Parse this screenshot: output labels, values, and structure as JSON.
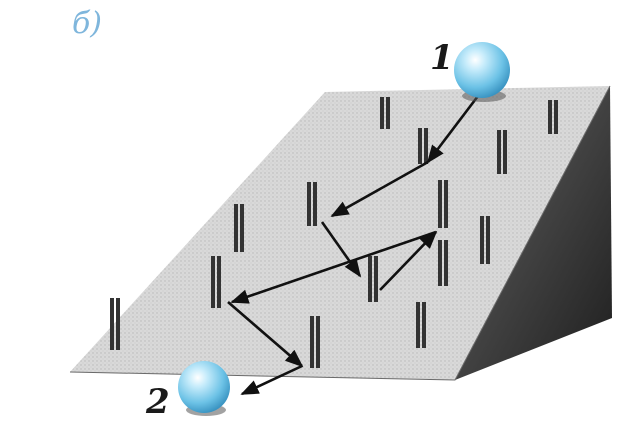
{
  "figure": {
    "subfigure_label": "б)",
    "ball_start_label": "1",
    "ball_end_label": "2"
  },
  "colors": {
    "incline_top": "#dcdcdc",
    "incline_side": "#3a3a3a",
    "ball": "#8fd0ee",
    "arrow": "#111111",
    "label_accent": "#7fb6dc"
  },
  "icons": {
    "ball": "sphere",
    "peg": "double-post"
  }
}
